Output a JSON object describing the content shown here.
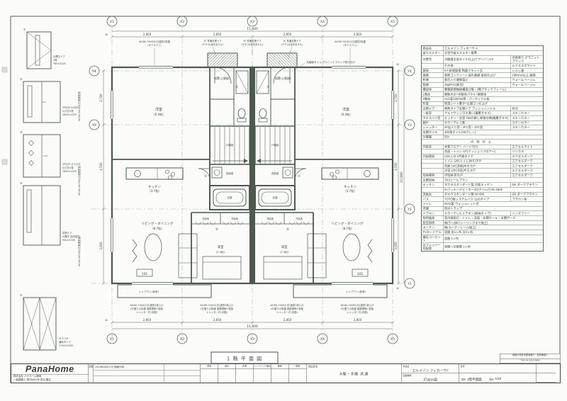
{
  "sheet": {
    "title": "1 階 平 面 図"
  },
  "grid": {
    "x": [
      "X1",
      "X2",
      "X3",
      "X4",
      "X5"
    ],
    "y": [
      "Y4",
      "Y3",
      "Y2",
      "Y1"
    ]
  },
  "dims": {
    "h_overall": "11,400",
    "h_seg": "2,850",
    "v_overall": "10,880",
    "v1": "2,700",
    "v2": "4,500",
    "v3": "3,600",
    "m": "40"
  },
  "rooms": {
    "bed1": "洋室",
    "bed1_size": "(6.4帖)",
    "entry": "玄関(土間部)",
    "kitchen": "キッチン",
    "kitchen_size": "(3.7帖)",
    "living": "リビング・ダイニング",
    "living_size": "(8.7帖)",
    "wash": "洗面室",
    "bath": "浴室",
    "stair": "2F階段",
    "closet": "洋収納",
    "bed2": "洋室",
    "bed2_size": "(5.3帖)",
    "terrace": "レイアウト(参考)",
    "unit_left": "101",
    "unit_right": "102"
  },
  "refs": {
    "r1": "①",
    "r2": "⑤",
    "r3": "⑥"
  },
  "annotations": {
    "win_top1": "W180-740X2(引)連窓2枚建",
    "win_top2": "(タテスベリ)",
    "ent1": "1F 貫通玄関ドア",
    "ent2": "(テチカ)採光あり(L)",
    "tile": "光触媒タイル グラニットブラック貼り分け",
    "wb1": "W180-740X2(引)連窓2枚入口",
    "wb2": "(中摺り)2枚建 複層透明+型板",
    "wb3": "シャッター付(手動)",
    "side": "W160-540X2(引)複層型板"
  },
  "doors": {
    "d1": {
      "n": "①",
      "l1": "片開きドア",
      "l2": "1枚",
      "l3": "765×2025"
    },
    "d2": {
      "n": "②",
      "l1": "1P引戸 片引戸",
      "l2": "片引き2枚",
      "l3": "1645×2025"
    },
    "d3": {
      "n": "③",
      "l1": "1P引戸 ガラス付",
      "l2": "片引き2枚",
      "l3": "1645×2025"
    },
    "d4": {
      "n": "④",
      "l1": "玄関ドア",
      "l2": "片開き 採光部付",
      "l3": "940×2330"
    },
    "d5": {
      "n": "⑤",
      "l1": "ガラリ戸",
      "l2": "通気タイプ",
      "l3": "1700×2030"
    }
  },
  "spec": {
    "rows": [
      {
        "label": "商品名",
        "value": "エルメゾン フィカーサ A",
        "note": ""
      },
      {
        "label": "省エネルギー",
        "value": "次世代省エネルギー基準",
        "note": ""
      },
      {
        "label": "外壁色",
        "value": "光触媒全面タイル仕上げ アーバンLS",
        "note": "全面張り グラニットブラック"
      },
      {
        "label": "",
        "value": "その他",
        "note": "ルミエスホワイト"
      },
      {
        "label": "屋根",
        "value": "KY 新燃屋根 陶器フラット瓦",
        "note": "いぶし銀"
      },
      {
        "label": "基礎",
        "value": "鉄筋コンクリート造布基礎 塗装仕上げ",
        "note": "18kN/㎡以上 基礎"
      },
      {
        "label": "軒樋",
        "value": "鉄芯入り硬質塩ビ",
        "note": "ウォームベージュ"
      },
      {
        "label": "竪樋",
        "value": "45φPVC(新型)",
        "note": "ウォームベージュ"
      },
      {
        "label": "構造体",
        "value": "軽量鉄骨軸組構造(1階・2階アタックフレーム)",
        "note": ""
      },
      {
        "label": "1階床",
        "value": "鋼製大引+木製床パネル+鋼製束",
        "note": ""
      },
      {
        "label": "2階床",
        "value": "ALC板100mm厚・パーティクル板",
        "note": ""
      },
      {
        "label": "防湿",
        "value": "防湿シート敷き+土間コン打上げ",
        "note": ""
      },
      {
        "label": "玄関ドア",
        "value": "断熱タイプ玄関ドア プッシュハンドル",
        "note": "特注"
      },
      {
        "label": "一般窓",
        "value": "アルミサッシ引き違い(複層ガラス)",
        "note": "ステンカラー"
      },
      {
        "label": "タテスベリ窓",
        "value": "キッチン・浴室 760内倒し単独仕様(複層ガラス)",
        "note": "ステンカラー"
      },
      {
        "label": "網戸",
        "value": "カラーアルミ製",
        "note": "ステンカラー"
      },
      {
        "label": "シャッター",
        "value": "2F出入り窓・2FC窓・1FC窓",
        "note": "ステンカラー"
      },
      {
        "label": "玄関タイル",
        "value": "300角タイル(S5グレー)",
        "note": ""
      },
      {
        "label": "分電盤",
        "value": "50A",
        "note": ""
      },
      {
        "section": "内部仕上"
      },
      {
        "label": "内部床",
        "value": "木質フロアー ハードT(H)",
        "note": "エクセルライト"
      },
      {
        "label": "",
        "value": "洗面・トイレ CF(クッションフロアー)",
        "note": "リリカラ"
      },
      {
        "label": "内部建具",
        "value": "LDK入口 1片開きドア",
        "note": "エクセルダーク"
      },
      {
        "label": "",
        "value": "トイレ 1片(トイレ)片引き戸",
        "note": "エクセルダーク"
      },
      {
        "label": "",
        "value": "洗面 1片(洗面)片引き戸",
        "note": "エクセルダーク"
      },
      {
        "label": "",
        "value": "洋室 1片(洋室)片引き戸",
        "note": "エクセルダーク"
      },
      {
        "label": "収納建具",
        "value": "洋収納 折れ戸",
        "note": "エクセルダーク"
      },
      {
        "label": "玄関収納",
        "value": "TKSトールプラン",
        "note": ""
      },
      {
        "label": "キッチン",
        "value": "タカラスタンダード製 対面キッチン",
        "note": "DK ダークブラウン"
      },
      {
        "label": "",
        "value": "IHクッキングヒーター3口グリル付 W=1800",
        "note": ""
      },
      {
        "label": "洗面台",
        "value": "タカラスタンダード製 W=600",
        "note": "DK ダークブラウン"
      },
      {
        "label": "バス",
        "value": "TOTO製システムバス 1116タイプ",
        "note": "ブラウン系"
      },
      {
        "label": "トイレ",
        "value": "INAX製 ウォシュレット付",
        "note": ""
      },
      {
        "label": "洗濯",
        "value": "排水トラップ",
        "note": ""
      },
      {
        "label": "ドアホン",
        "value": "カラーテレビドアホン(録画タイプ)",
        "note": "ハンズフリー"
      },
      {
        "label": "照明器具",
        "value": "室内階段灯・トイレ・洗面・玄関ホール・玄関ポーチ",
        "note": ""
      },
      {
        "label": "居室照明",
        "value": "無(引っ掛けシーリングまで施工)",
        "note": ""
      },
      {
        "label": "カーテン",
        "value": "無(カーテンレール施工)",
        "note": ""
      },
      {
        "label": "TVターミナル",
        "value": "居間 各1ヶ所 計3ヶ所",
        "note": ""
      },
      {
        "label": "電話コンセント",
        "value": "居間 1ヶ所",
        "note": ""
      },
      {
        "label": "光ファイバー用配管",
        "value": "居間へ空配管 1ヶ所",
        "note": ""
      }
    ]
  },
  "title_block": {
    "logo": "PanaHome",
    "company1": "株式会社 パナホーム静岡",
    "company2": "一級建築士 第256311号 夏目 隆生",
    "rev_mark": "変更",
    "date_note": "2012年08月21日 図面作成",
    "stamps": [
      "意匠",
      "設計",
      "作図",
      "ハンドリング設計",
      "確認",
      "検図"
    ],
    "notes_label": "特記事項",
    "notes_value": "A棟・B棟 共通",
    "product_label": "商品名",
    "product_value": "エルメゾン フィカーサF",
    "name_label": "名称",
    "dwg_label": "図面種類",
    "dwg_value": "打合せ図",
    "fig_label": "図名",
    "fig_value": "1階平面図",
    "scale_label": "縮尺",
    "scale_value": "1/50"
  },
  "mini_box": {
    "line1": "構造の作成 耐震等級①・耐風等級①",
    "line2": "7041-04 2012/08/08"
  }
}
